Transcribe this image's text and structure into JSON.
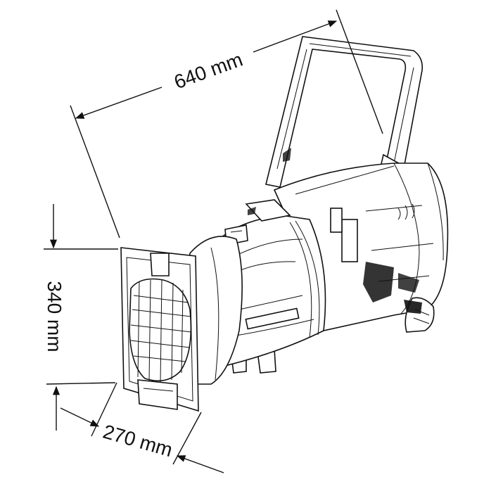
{
  "dimensions": {
    "length": "640 mm",
    "height": "340 mm",
    "width": "270 mm"
  }
}
